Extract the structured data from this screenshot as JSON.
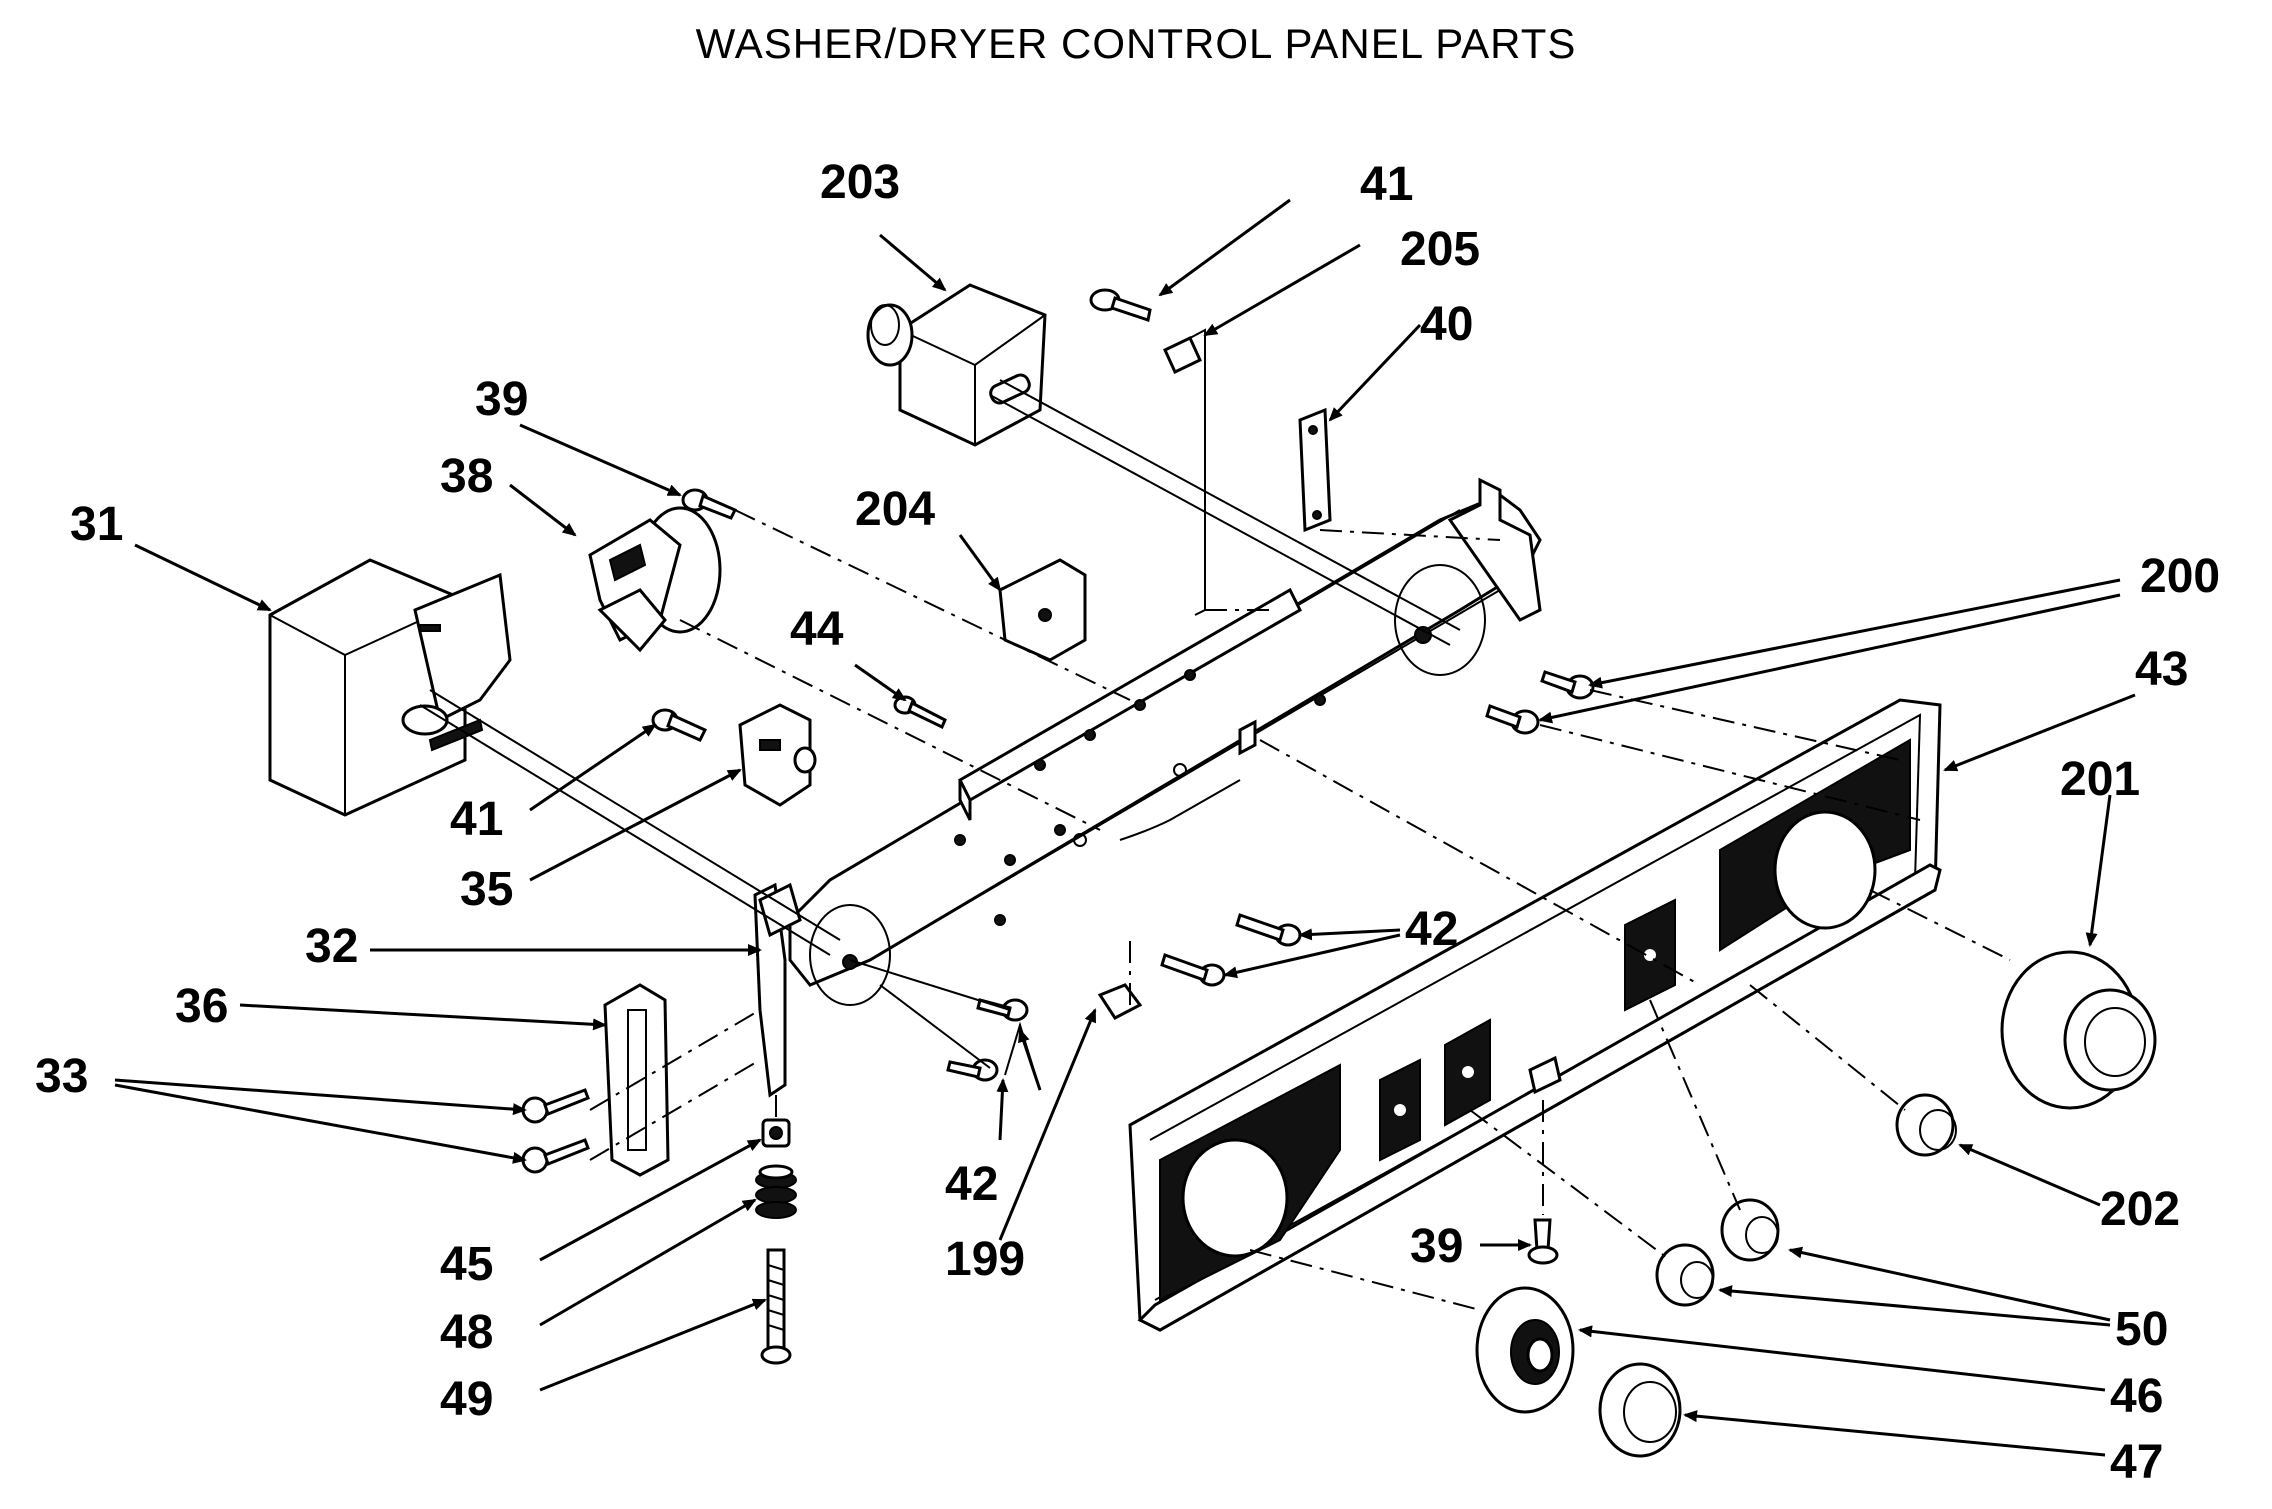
{
  "title": "WASHER/DRYER CONTROL PANEL PARTS",
  "labels": {
    "l203": "203",
    "l41a": "41",
    "l205": "205",
    "l40": "40",
    "l39a": "39",
    "l38": "38",
    "l204": "204",
    "l31": "31",
    "l44": "44",
    "l200": "200",
    "l43": "43",
    "l201": "201",
    "l41b": "41",
    "l35": "35",
    "l42a": "42",
    "l32": "32",
    "l36": "36",
    "l33": "33",
    "l42b": "42",
    "l199": "199",
    "l202": "202",
    "l45": "45",
    "l39b": "39",
    "l48": "48",
    "l50": "50",
    "l49": "49",
    "l46": "46",
    "l47": "47"
  }
}
